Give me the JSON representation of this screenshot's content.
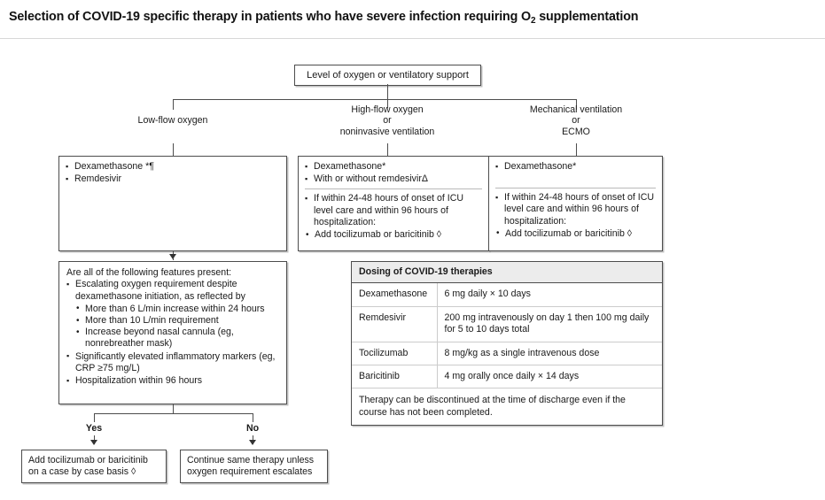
{
  "title": {
    "prefix": "Selection of COVID-19 specific therapy in patients who have severe infection requiring O",
    "sub": "2",
    "suffix": " supplementation"
  },
  "flow": {
    "root": "Level of oxygen or ventilatory support",
    "branches": [
      {
        "line1": "Low-flow oxygen",
        "line2": "",
        "line3": ""
      },
      {
        "line1": "High-flow oxygen",
        "line2": "or",
        "line3": "noninvasive ventilation"
      },
      {
        "line1": "Mechanical ventilation",
        "line2": "or",
        "line3": "ECMO"
      }
    ],
    "box_low": {
      "items": [
        "Dexamethasone *¶",
        "Remdesivir"
      ]
    },
    "box_high": {
      "top_items": [
        "Dexamethasone*",
        "With or without remdesivirΔ"
      ],
      "bottom_item": "If within 24-48 hours of onset of ICU level care and within 96 hours of hospitalization:",
      "sub_item": "Add tocilizumab or baricitinib ◊"
    },
    "box_mech": {
      "top_items": [
        "Dexamethasone*"
      ],
      "bottom_item": "If within 24-48 hours of onset of ICU level care and within 96 hours of hospitalization:",
      "sub_item": "Add tocilizumab or baricitinib ◊"
    },
    "decision": {
      "prompt": "Are all of the following features present:",
      "item1": "Escalating oxygen requirement despite dexamethasone initiation, as reflected by",
      "sub1": "More than 6 L/min increase within 24 hours",
      "sub2": "More than 10 L/min requirement",
      "sub3": "Increase beyond nasal cannula (eg, nonrebreather mask)",
      "item2": "Significantly elevated inflammatory markers (eg, CRP ≥75 mg/L)",
      "item3": "Hospitalization within 96 hours"
    },
    "yes_label": "Yes",
    "no_label": "No",
    "outcome_yes": "Add tocilizumab or baricitinib on a case by case basis ◊",
    "outcome_no": "Continue same therapy unless oxygen requirement escalates"
  },
  "dosing": {
    "header": "Dosing of COVID-19 therapies",
    "rows": [
      {
        "name": "Dexamethasone",
        "dose": "6 mg daily × 10 days"
      },
      {
        "name": "Remdesivir",
        "dose": "200 mg intravenously on day 1 then 100 mg daily for 5 to 10 days total"
      },
      {
        "name": "Tocilizumab",
        "dose": "8 mg/kg as a single intravenous dose"
      },
      {
        "name": "Baricitinib",
        "dose": "4 mg orally once daily × 14 days"
      }
    ],
    "footnote": "Therapy can be discontinued at the time of discharge even if the course has not been completed."
  }
}
